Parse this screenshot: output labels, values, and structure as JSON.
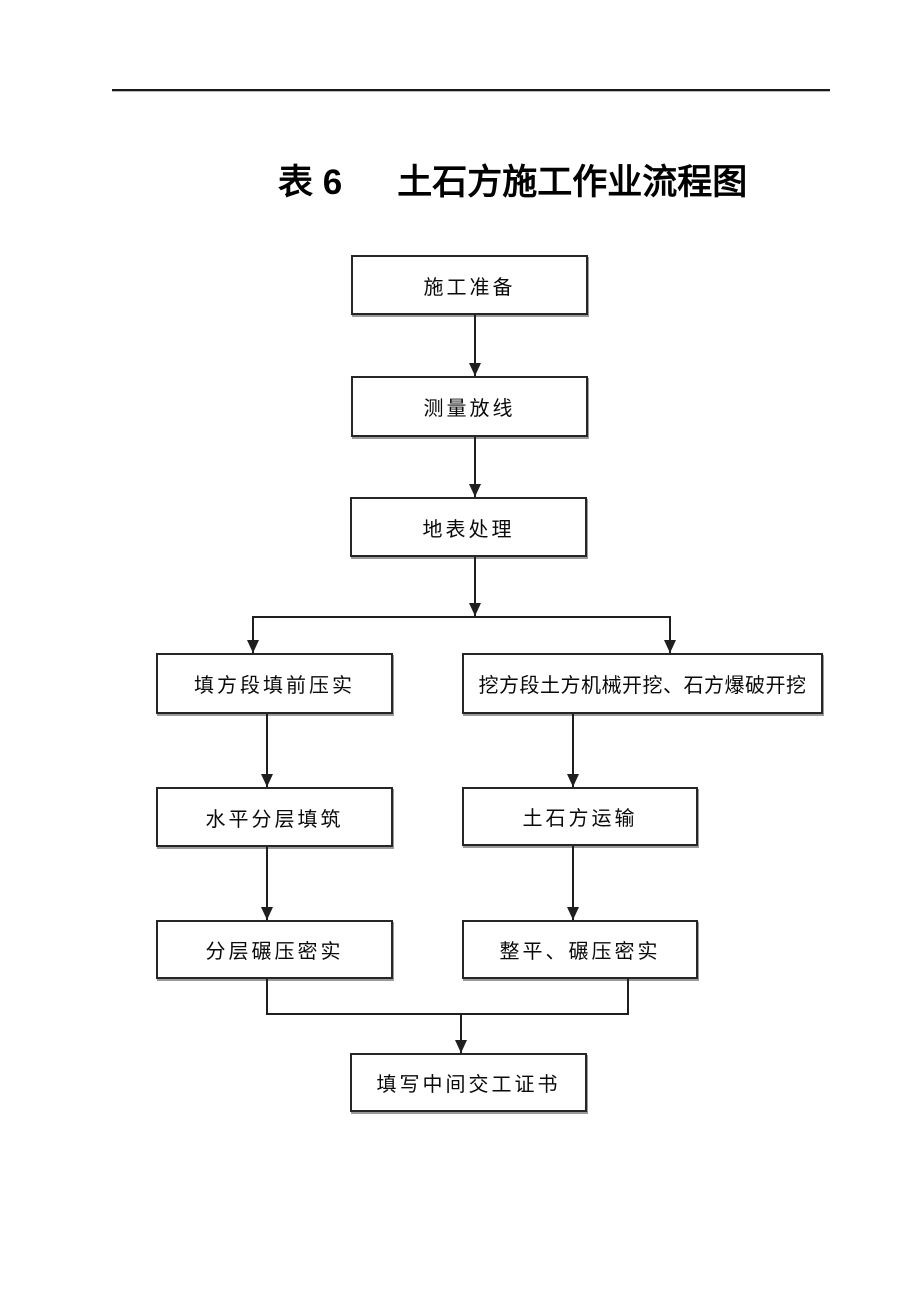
{
  "page": {
    "title_prefix": "表 6",
    "title": "土石方施工作业流程图"
  },
  "colors": {
    "background": "#ffffff",
    "line": "#1f1f1f",
    "box_border": "#262626",
    "text": "#000000"
  },
  "flowchart": {
    "nodes": [
      {
        "id": "construction-prep",
        "label": "施工准备"
      },
      {
        "id": "survey-layout",
        "label": "测量放线"
      },
      {
        "id": "surface-treatment",
        "label": "地表处理"
      },
      {
        "id": "fill-precompaction",
        "label": "填方段填前压实"
      },
      {
        "id": "excavation",
        "label": "挖方段土方机械开挖、石方爆破开挖"
      },
      {
        "id": "layered-filling",
        "label": "水平分层填筑"
      },
      {
        "id": "earthwork-transport",
        "label": "土石方运输"
      },
      {
        "id": "layered-rolling",
        "label": "分层碾压密实"
      },
      {
        "id": "leveling-rolling",
        "label": "整平、碾压密实"
      },
      {
        "id": "handover-certificate",
        "label": "填写中间交工证书"
      }
    ],
    "edges": [
      {
        "from": "construction-prep",
        "to": "survey-layout"
      },
      {
        "from": "survey-layout",
        "to": "surface-treatment"
      },
      {
        "from": "surface-treatment",
        "to": "fill-precompaction"
      },
      {
        "from": "surface-treatment",
        "to": "excavation"
      },
      {
        "from": "fill-precompaction",
        "to": "layered-filling"
      },
      {
        "from": "excavation",
        "to": "earthwork-transport"
      },
      {
        "from": "layered-filling",
        "to": "layered-rolling"
      },
      {
        "from": "earthwork-transport",
        "to": "leveling-rolling"
      },
      {
        "from": "layered-rolling",
        "to": "handover-certificate"
      },
      {
        "from": "leveling-rolling",
        "to": "handover-certificate"
      }
    ]
  }
}
